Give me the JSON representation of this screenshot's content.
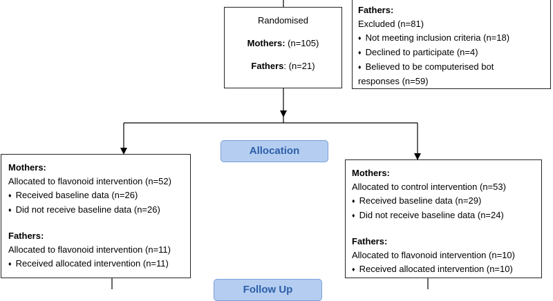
{
  "randomised": {
    "title": "Randomised",
    "mothers_label": "Mothers:",
    "mothers_value": " (n=105)",
    "fathers_label": "Fathers",
    "fathers_value": ": (n=21)"
  },
  "excluded_fathers": {
    "heading": "Fathers:",
    "excluded": "Excluded (n=81)",
    "items": [
      "Not meeting inclusion criteria (n=18)",
      "Declined to participate (n=4)",
      "Believed to be computerised bot"
    ],
    "continuation": "responses (n=59)"
  },
  "stages": {
    "allocation": "Allocation",
    "follow_up": "Follow Up"
  },
  "flavonoid_arm": {
    "mothers_heading": "Mothers:",
    "mothers_allocated": "Allocated to flavonoid intervention (n=52)",
    "mothers_items": [
      "Received baseline data (n=26)",
      "Did not receive baseline data (n=26)"
    ],
    "fathers_heading": "Fathers:",
    "fathers_allocated": "Allocated to flavonoid intervention (n=11)",
    "fathers_items": [
      "Received allocated intervention (n=11)"
    ]
  },
  "control_arm": {
    "mothers_heading": "Mothers:",
    "mothers_allocated": "Allocated to control intervention (n=53)",
    "mothers_items": [
      "Received baseline data (n=29)",
      "Did not receive baseline data (n=24)"
    ],
    "fathers_heading": "Fathers:",
    "fathers_allocated": "Allocated to flavonoid intervention (n=10)",
    "fathers_items": [
      "Received allocated intervention (n=10)"
    ]
  }
}
